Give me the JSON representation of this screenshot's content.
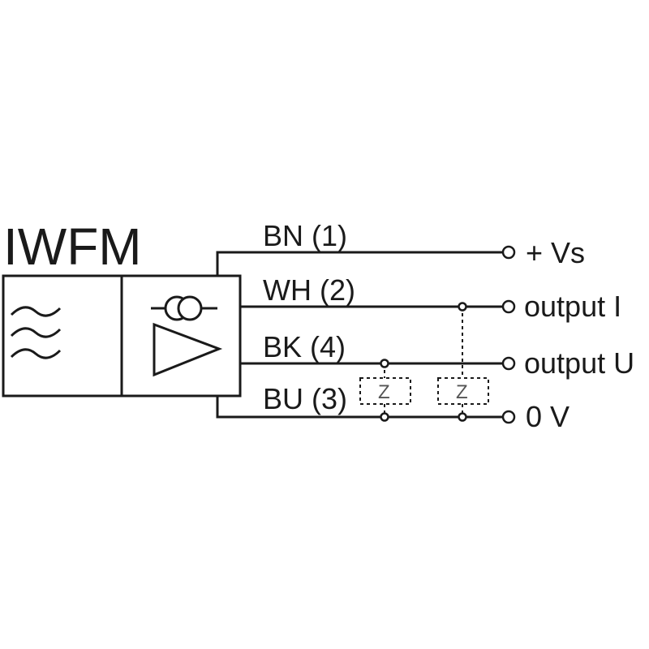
{
  "title": "IWFM",
  "wires": [
    {
      "label": "BN (1)",
      "terminal": "+ Vs"
    },
    {
      "label": "WH (2)",
      "terminal": "output I"
    },
    {
      "label": "BK (4)",
      "terminal": "output U"
    },
    {
      "label": "BU (3)",
      "terminal": "0 V"
    }
  ],
  "load_label": "Z",
  "icons": {
    "sensor": "wave-lines-icon",
    "current_source": "current-source-icon",
    "amplifier": "amplifier-triangle-icon"
  }
}
